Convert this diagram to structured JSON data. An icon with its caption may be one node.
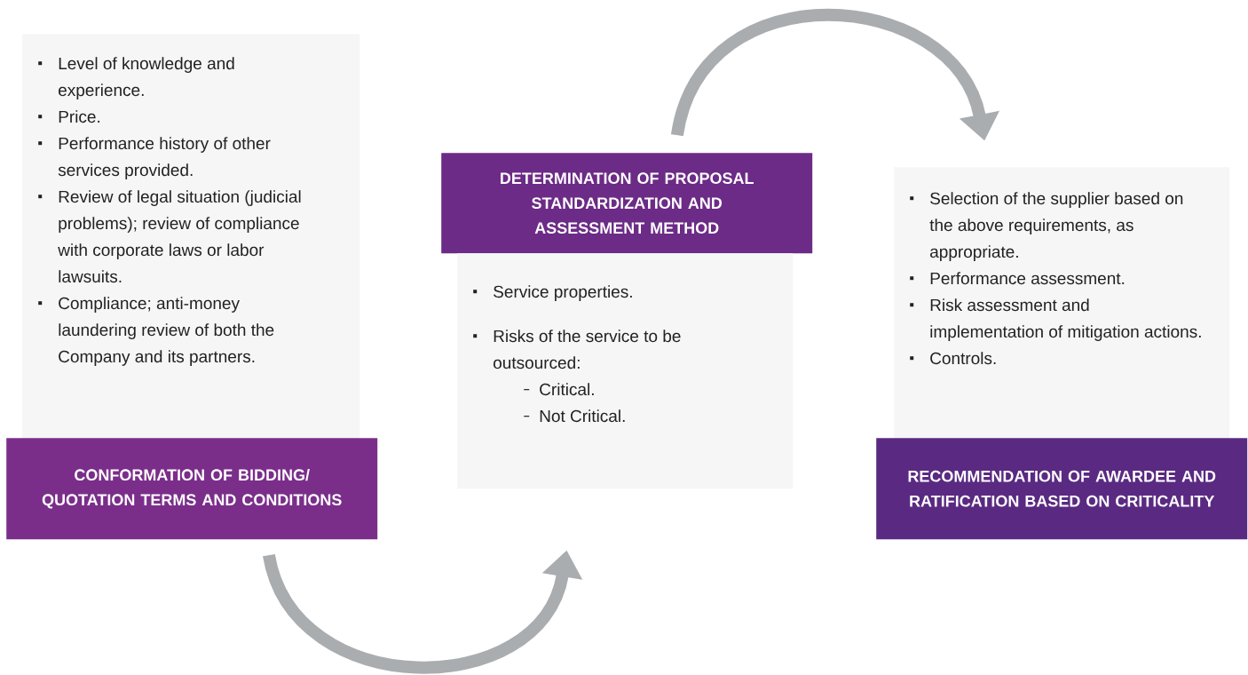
{
  "diagram": {
    "nodes": [
      {
        "text": [
          "Level of knowledge and experience.",
          "Price.",
          "Performance history of other services provided.",
          "Review of legal situation (judicial problems); review of compliance with corporate laws or labor lawsuits.",
          "Compliance; anti-money laundering review of both the Company and its partners."
        ]
      },
      {
        "text": [
          "CONFORMATION OF BIDDING/ QUOTATION TERMS AND CONDITIONS"
        ]
      },
      {
        "text": [
          "DETERMINATION OF PROPOSAL STANDARDIZATION AND ASSESSMENT METHOD"
        ]
      },
      {
        "text": [
          "Service properties.",
          "Risks of the service to be outsourced:",
          "Critical.",
          "Not Critical."
        ]
      },
      {
        "text": [
          "Selection of the supplier based on the above requirements, as appropriate.",
          "Performance assessment.",
          "Risk assessment and implementation of mitigation actions.",
          "Controls."
        ]
      },
      {
        "text": [
          "RECOMMENDATION OF AWARDEE AND RATIFICATION BASED ON CRITICALITY"
        ]
      }
    ],
    "edges": [
      {
        "from": 1,
        "to": 3,
        "arrow": "to"
      },
      {
        "from": 2,
        "to": 4,
        "arrow": "to"
      }
    ]
  }
}
